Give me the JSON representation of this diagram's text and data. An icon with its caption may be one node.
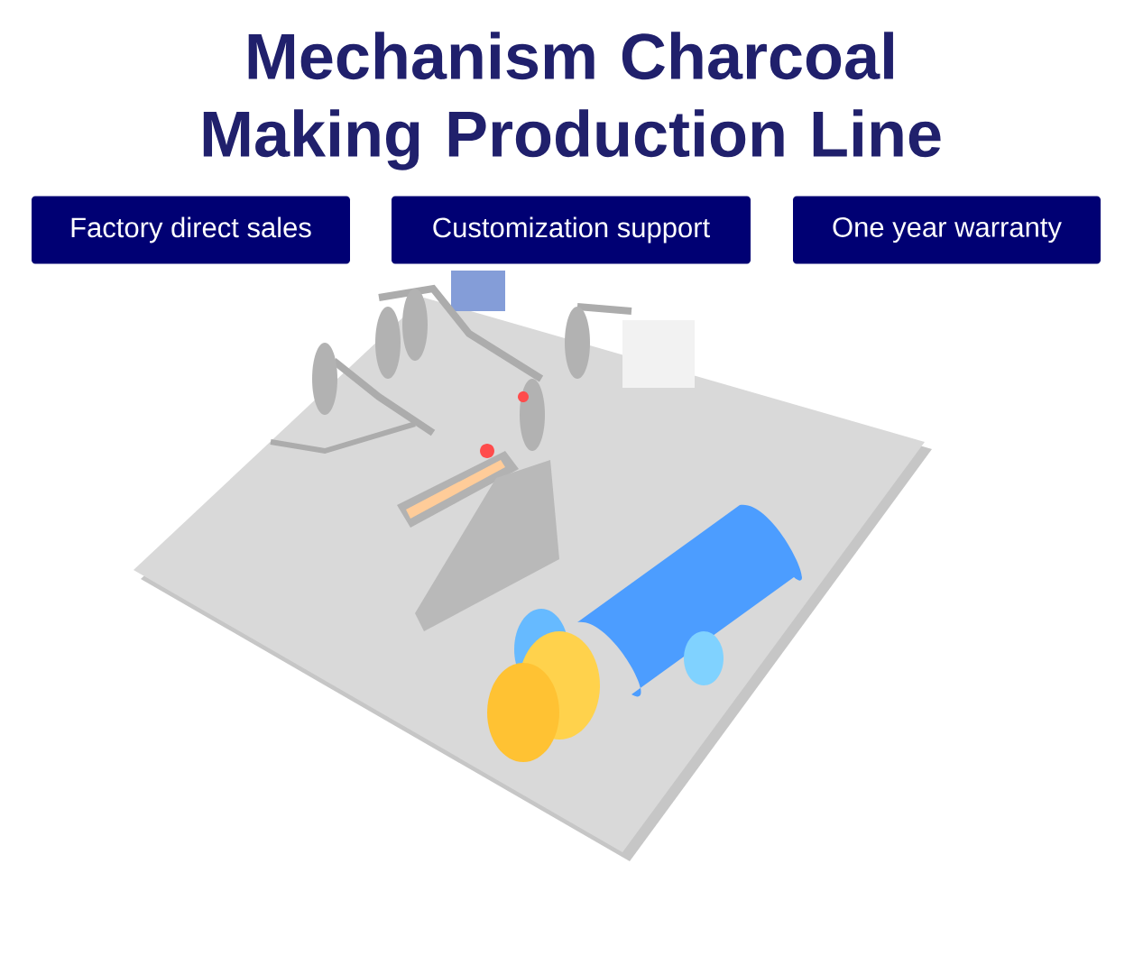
{
  "diagram": {
    "title": "Mechanism Charcoal Making Production Line",
    "nodes": [
      {
        "text": [
          "Factory direct sales"
        ]
      },
      {
        "text": [
          "Customization support"
        ]
      },
      {
        "text": [
          "One year warranty"
        ]
      }
    ]
  }
}
